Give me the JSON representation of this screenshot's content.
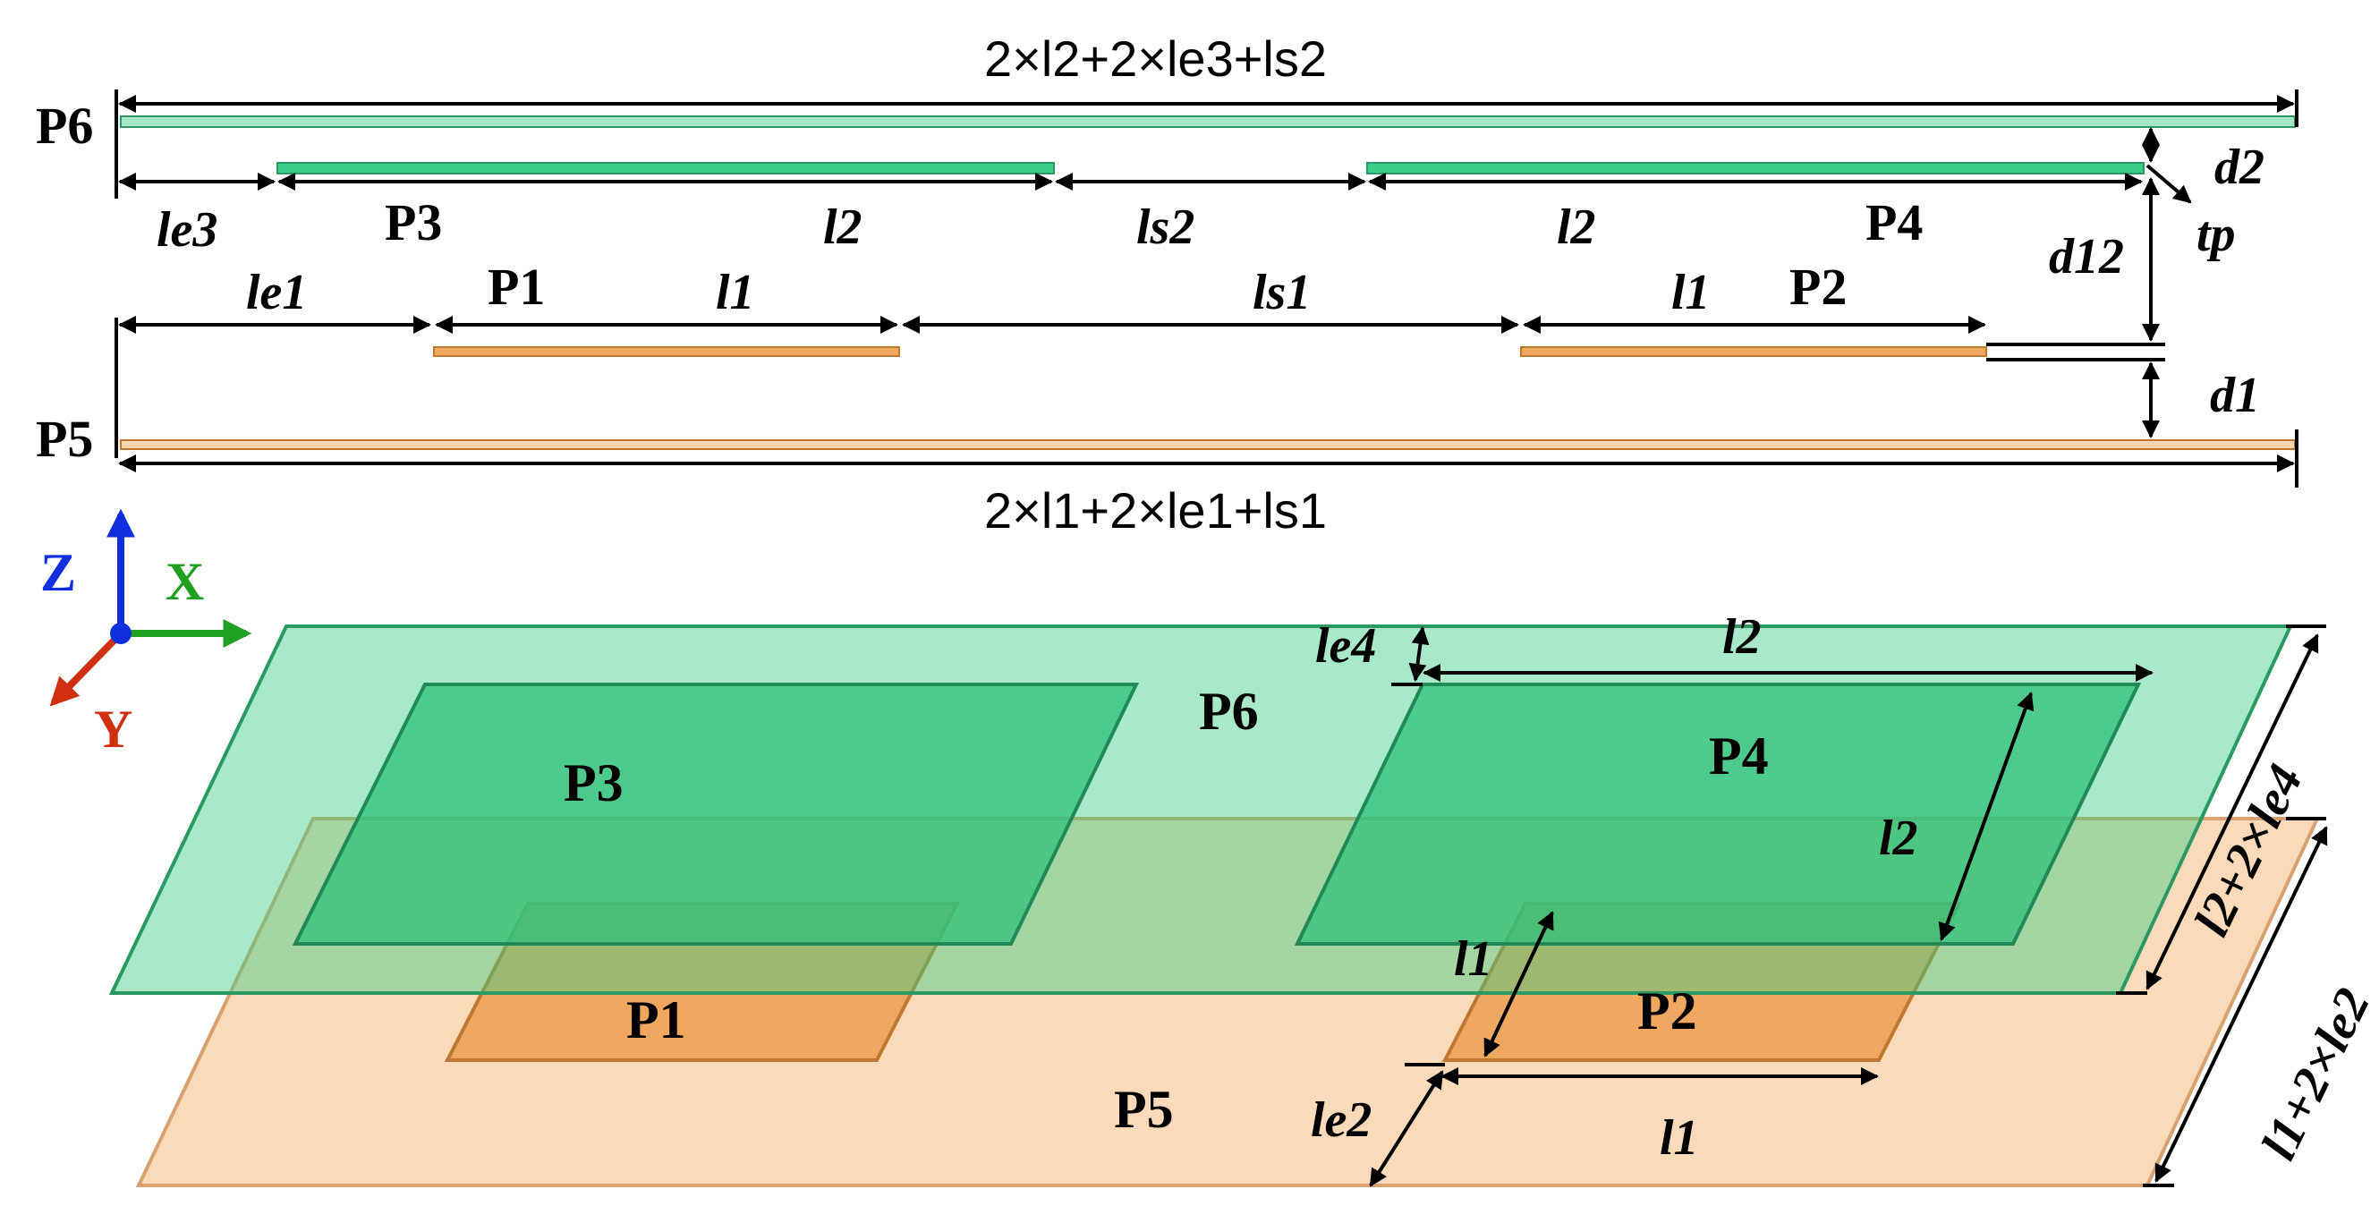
{
  "colors": {
    "green_plate_light": "#a8e6c8",
    "green_plate_dark": "#3cce86",
    "green_edge": "#2a9a62",
    "orange_plate_light": "#f9d6b0",
    "orange_plate_dark": "#f0a860",
    "orange_edge": "#c07830",
    "axis_z": "#1030e0",
    "axis_x": "#20a020",
    "axis_y": "#d03010"
  },
  "side_view": {
    "top_total_label": "2×l2+2×le3+ls2",
    "bottom_total_label": "2×l1+2×le1+ls1",
    "labels": {
      "P6": "P6",
      "P5": "P5",
      "P3": "P3",
      "P4": "P4",
      "P1": "P1",
      "P2": "P2",
      "le3": "le3",
      "l2_a": "l2",
      "ls2": "ls2",
      "l2_b": "l2",
      "le1": "le1",
      "l1_a": "l1",
      "ls1": "ls1",
      "l1_b": "l1",
      "d2": "d2",
      "tp": "tp",
      "d12": "d12",
      "d1": "d1"
    }
  },
  "axes": {
    "z": "Z",
    "x": "X",
    "y": "Y"
  },
  "iso_view": {
    "labels": {
      "P6": "P6",
      "P3": "P3",
      "P4": "P4",
      "P1": "P1",
      "P2": "P2",
      "P5": "P5",
      "le4": "le4",
      "l2_top": "l2",
      "l2_side": "l2",
      "l1_side": "l1",
      "le2": "le2",
      "l1_bottom": "l1",
      "width_top": "l2+2×le4",
      "width_bottom": "l1+2×le2"
    }
  }
}
